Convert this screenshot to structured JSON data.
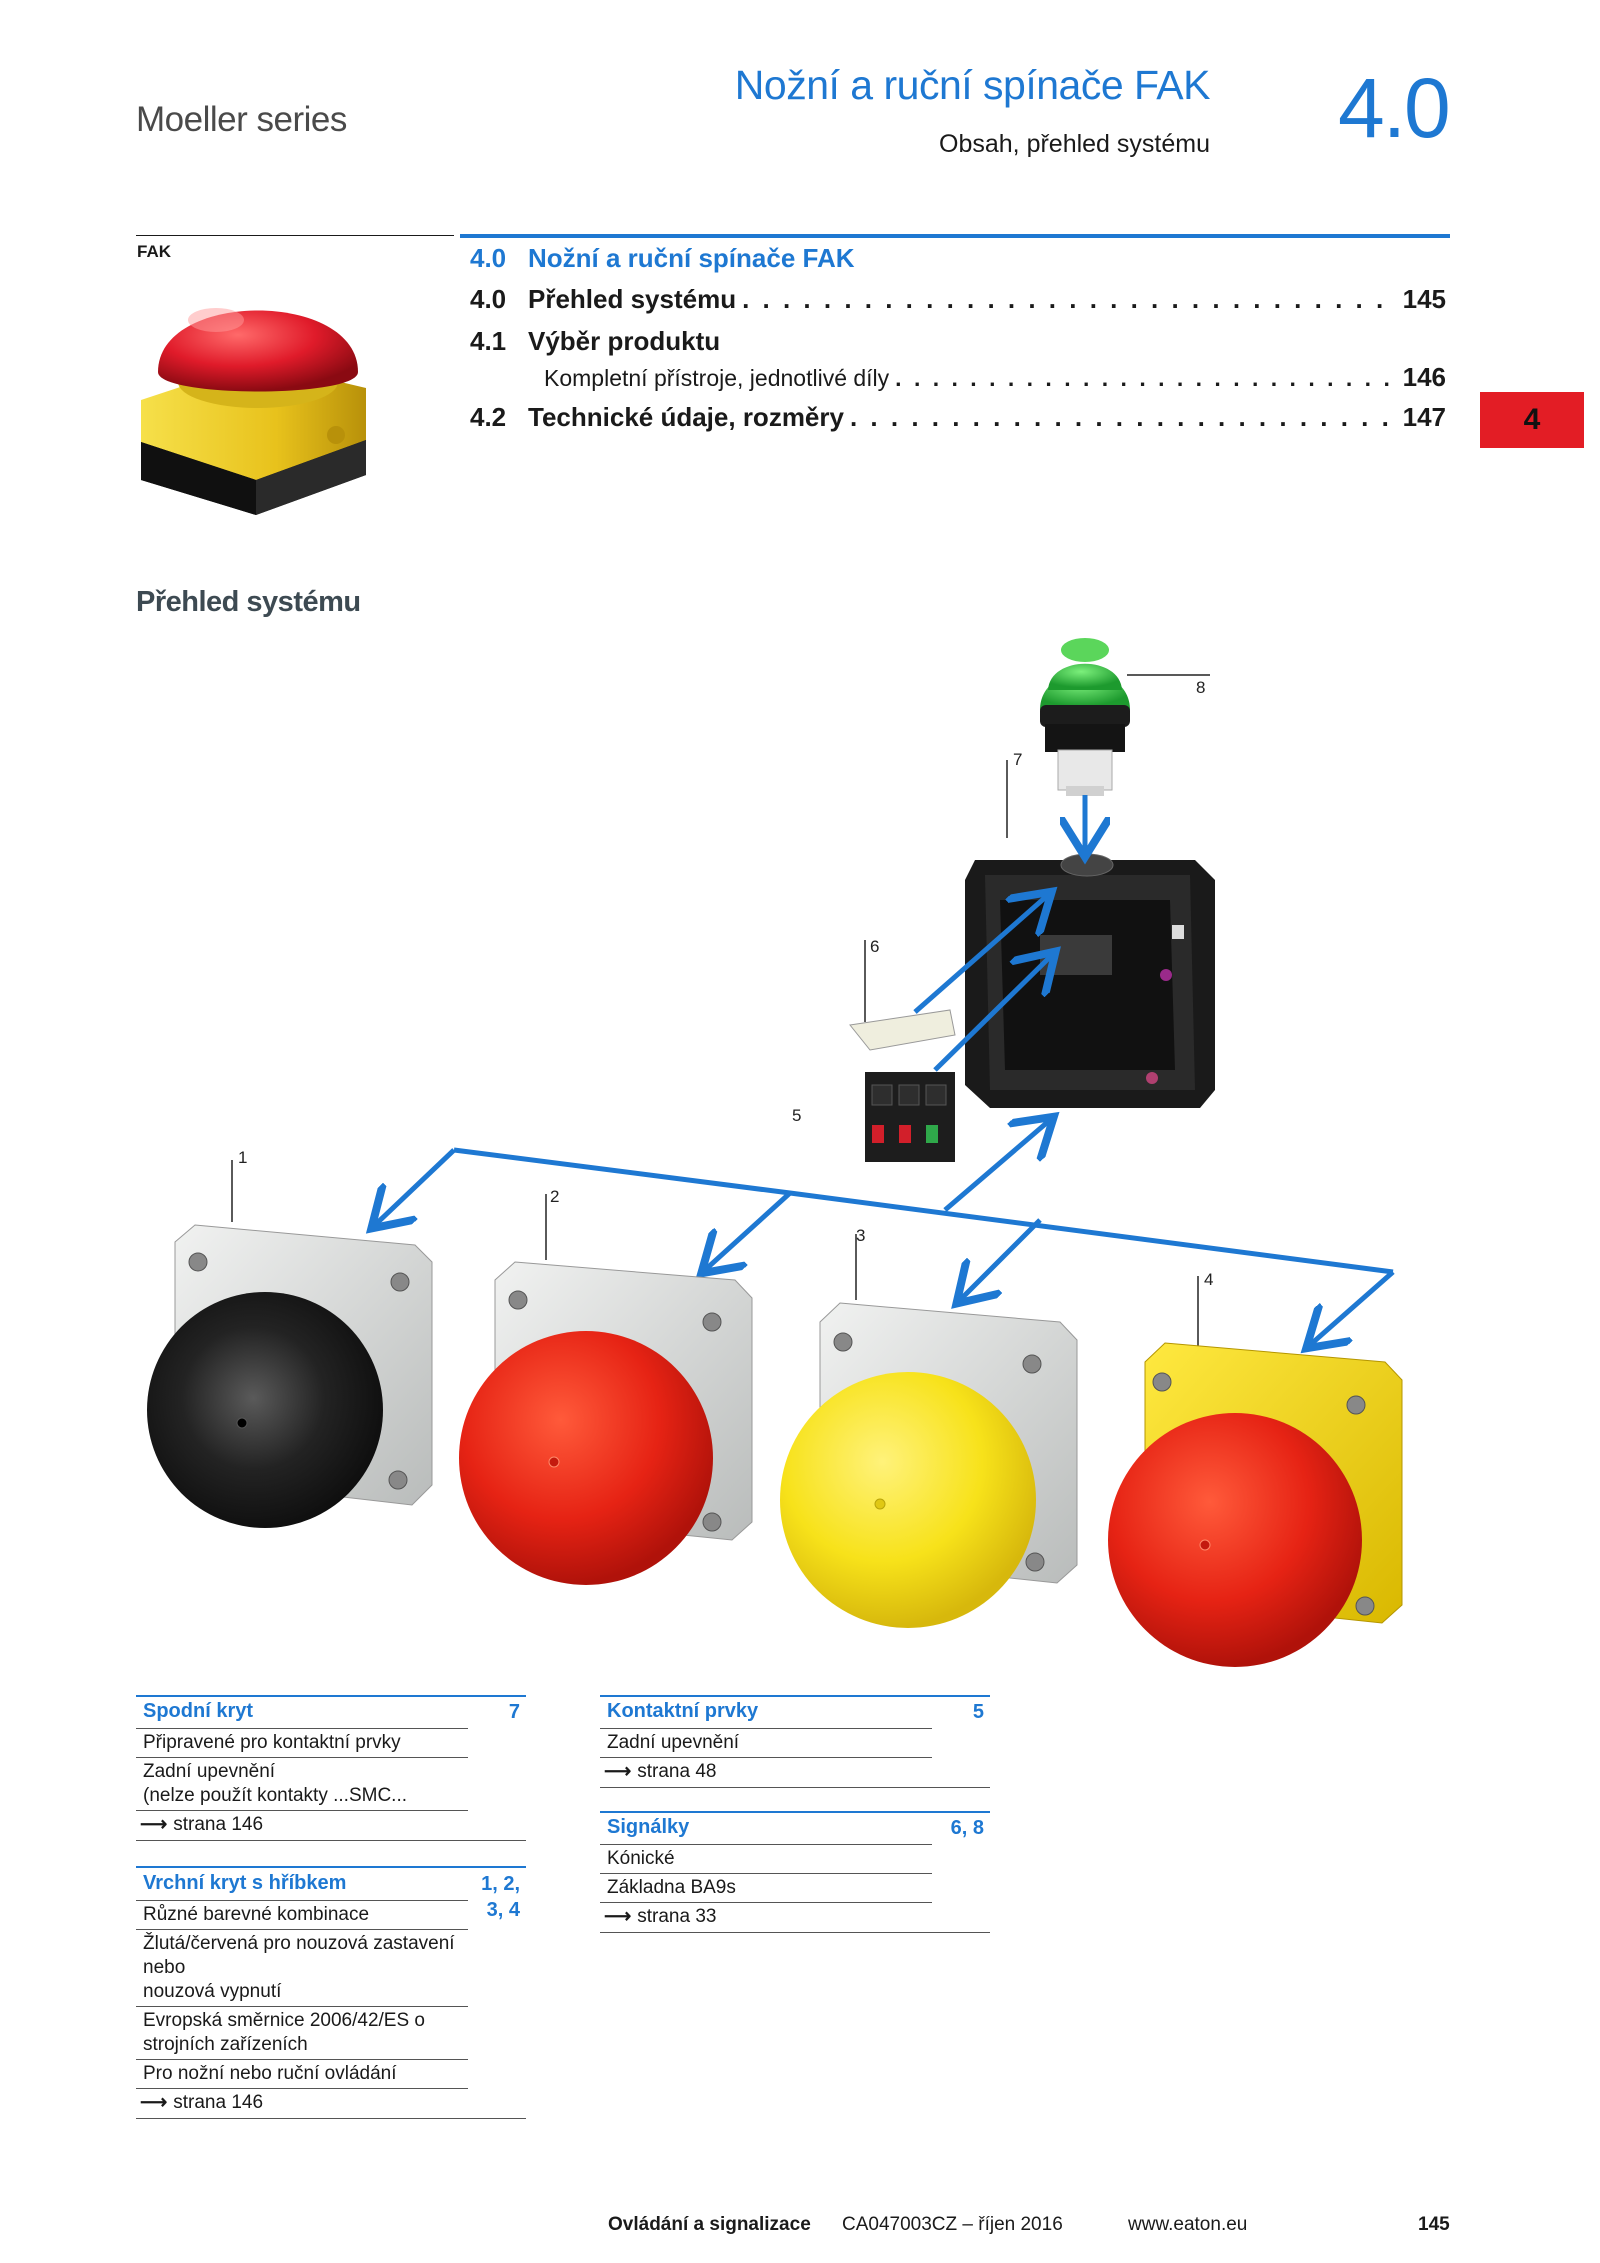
{
  "header": {
    "series": "Moeller series",
    "title": "Nožní a ruční spínače FAK",
    "subtitle": "Obsah, přehled systému",
    "section_number": "4.0"
  },
  "thumbnail": {
    "label": "FAK"
  },
  "toc": {
    "heading": {
      "num": "4.0",
      "title": "Nožní a ruční spínače FAK"
    },
    "entries": [
      {
        "num": "4.0",
        "title": "Přehled systému",
        "page": "145"
      },
      {
        "num": "4.1",
        "title": "Výběr produktu",
        "page": ""
      },
      {
        "num": "",
        "title": "Kompletní přístroje, jednotlivé díly",
        "page": "146"
      },
      {
        "num": "4.2",
        "title": "Technické údaje, rozměry",
        "page": "147"
      }
    ]
  },
  "tab": {
    "label": "4"
  },
  "section_heading": "Přehled systému",
  "callouts": [
    "1",
    "2",
    "3",
    "4",
    "5",
    "6",
    "7",
    "8"
  ],
  "colors": {
    "accent": "#1e78d2",
    "tab": "#e31d25",
    "black": "#1c1c1c",
    "red": "#e62314",
    "yellow": "#f7e21a",
    "grey_frame": "#d7d9d8"
  },
  "info_left": [
    {
      "title": "Spodní kryt",
      "ref": "7",
      "rows": [
        "Připravené pro kontaktní prvky",
        "Zadní upevnění",
        "(nelze použít kontakty ...SMC...",
        "strana 146"
      ]
    },
    {
      "title": "Vrchní kryt s hříbkem",
      "ref": "1, 2,",
      "ref2": "3, 4",
      "rows": [
        "Různé barevné kombinace",
        "Žlutá/červená pro nouzová zastavení",
        "nebo",
        "nouzová vypnutí",
        "Evropská směrnice 2006/42/ES o",
        "strojních zařízeních",
        "Pro nožní nebo ruční ovládání",
        "strana 146"
      ]
    }
  ],
  "info_right": [
    {
      "title": "Kontaktní prvky",
      "ref": "5",
      "rows": [
        "Zadní upevnění",
        "strana 48"
      ]
    },
    {
      "title": "Signálky",
      "ref": "6, 8",
      "rows": [
        "Kónické",
        "Základna BA9s",
        "strana 33"
      ]
    }
  ],
  "footer": {
    "section": "Ovládání a signalizace",
    "catalog": "CA047003CZ – říjen 2016",
    "website": "www.eaton.eu",
    "page": "145"
  }
}
